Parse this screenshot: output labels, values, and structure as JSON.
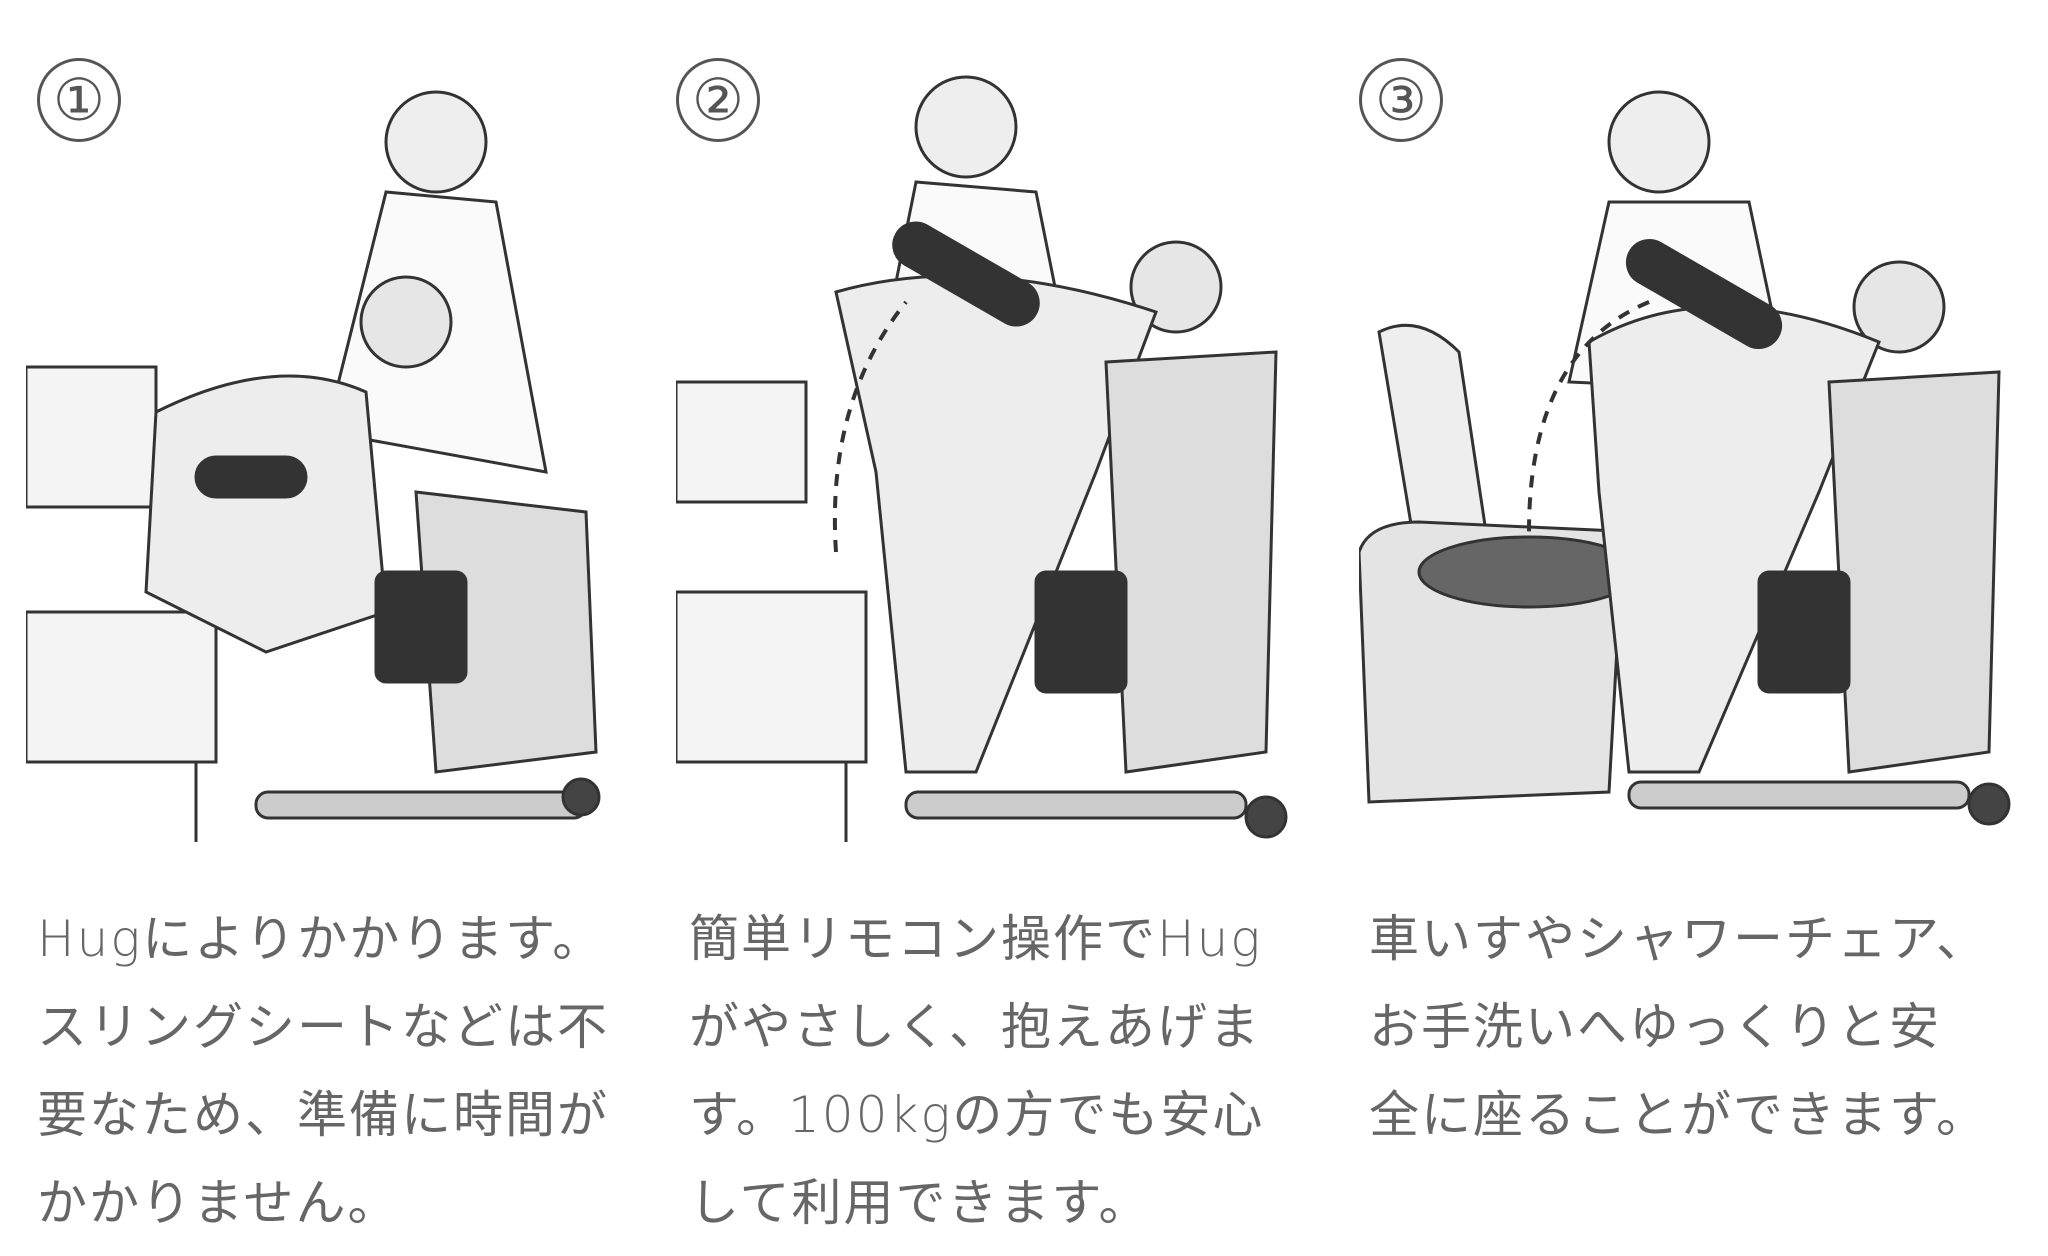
{
  "steps": [
    {
      "number": "①",
      "lines": [
        "Hugによりかかります。",
        "スリングシートなどは不",
        "要なため、準備に時間が",
        "かかりません。"
      ],
      "illustration": "caregiver-helping-person-lean-on-hug-transfer-device-by-bed"
    },
    {
      "number": "②",
      "lines": [
        "簡単リモコン操作でHug",
        "がやさしく、抱えあげま",
        "す。100kgの方でも安心",
        "して利用できます。"
      ],
      "illustration": "hug-device-lifting-person-with-remote-control"
    },
    {
      "number": "③",
      "lines": [
        "車いすやシャワーチェア、",
        "お手洗いへゆっくりと安",
        "全に座ることができます。"
      ],
      "illustration": "hug-device-lowering-person-onto-toilet"
    }
  ]
}
